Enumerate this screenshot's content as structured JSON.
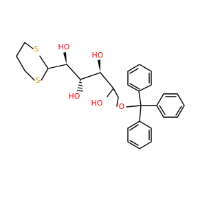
{
  "molecule": {
    "atom_labels": {
      "s1": "S",
      "s2": "S",
      "oh1": "HO",
      "oh2": "HO",
      "oh3": "HO",
      "oh4": "HO",
      "o_ether": "O"
    },
    "colors": {
      "bond": "#000000",
      "sulfur": "#c8a000",
      "oxygen": "#ff0000",
      "background": "#ffffff"
    }
  }
}
